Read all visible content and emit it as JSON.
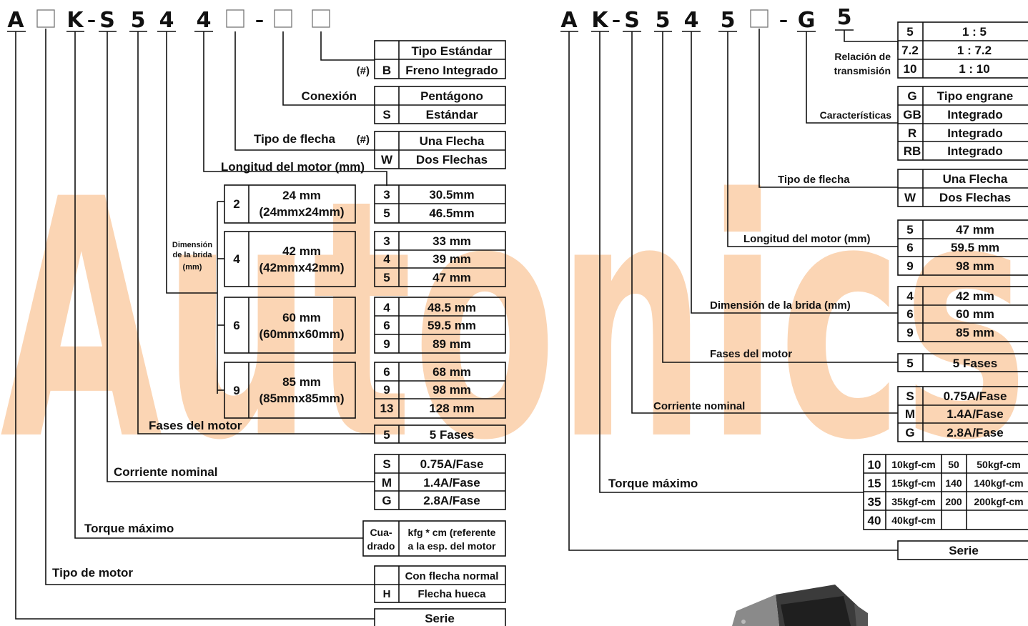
{
  "watermark": {
    "text": "Autonics",
    "color": "#fbd5b4"
  },
  "left": {
    "code": {
      "c1": "A",
      "c2": "K",
      "dash1": "–",
      "c3": "S",
      "c4": "5",
      "c5": "4",
      "c6": "4",
      "dash2": "–"
    },
    "brake": {
      "star": "(#)",
      "r1": [
        "",
        "Tipo Estándar"
      ],
      "r2": [
        "B",
        "Freno Integrado"
      ]
    },
    "conexion": {
      "label": "Conexión",
      "r1": [
        "",
        "Pentágono"
      ],
      "r2": [
        "S",
        "Estándar"
      ]
    },
    "flecha": {
      "label": "Tipo de flecha",
      "star": "(#)",
      "r1": [
        "",
        "Una Flecha"
      ],
      "r2": [
        "W",
        "Dos Flechas"
      ]
    },
    "longitud": {
      "label": "Longitud del motor (mm)"
    },
    "brida": {
      "label1": "Dimensión",
      "label2": "de la brida",
      "label3": "(mm)",
      "groups": [
        {
          "code": "2",
          "line1": "24 mm",
          "line2": "(24mmx24mm)",
          "lens": [
            [
              "3",
              "30.5mm"
            ],
            [
              "5",
              "46.5mm"
            ]
          ]
        },
        {
          "code": "4",
          "line1": "42 mm",
          "line2": "(42mmx42mm)",
          "lens": [
            [
              "3",
              "33 mm"
            ],
            [
              "4",
              "39 mm"
            ],
            [
              "5",
              "47 mm"
            ]
          ]
        },
        {
          "code": "6",
          "line1": "60 mm",
          "line2": "(60mmx60mm)",
          "lens": [
            [
              "4",
              "48.5 mm"
            ],
            [
              "6",
              "59.5 mm"
            ],
            [
              "9",
              "89 mm"
            ]
          ]
        },
        {
          "code": "9",
          "line1": "85 mm",
          "line2": "(85mmx85mm)",
          "lens": [
            [
              "6",
              "68 mm"
            ],
            [
              "9",
              "98 mm"
            ],
            [
              "13",
              "128 mm"
            ]
          ]
        }
      ]
    },
    "fases": {
      "label": "Fases del motor",
      "r1": [
        "5",
        "5 Fases"
      ]
    },
    "corriente": {
      "label": "Corriente nominal",
      "rows": [
        [
          "S",
          "0.75A/Fase"
        ],
        [
          "M",
          "1.4A/Fase"
        ],
        [
          "G",
          "2.8A/Fase"
        ]
      ]
    },
    "torque": {
      "label": "Torque máximo",
      "c1a": "Cua-",
      "c1b": "drado",
      "c2a": "kfg * cm (referente",
      "c2b": "a la esp. del motor"
    },
    "tipomotor": {
      "label": "Tipo de motor",
      "r1": [
        "",
        "Con flecha normal"
      ],
      "r2": [
        "H",
        "Flecha hueca"
      ]
    },
    "serie": {
      "label": "Serie"
    }
  },
  "right": {
    "code": {
      "c1": "A",
      "c2": "K",
      "dash1": "–",
      "c3": "S",
      "c4": "5",
      "c5": "4",
      "c6": "5",
      "dash2": "–",
      "c7": "G",
      "c8": "5"
    },
    "relacion": {
      "label1": "Relación de",
      "label2": "transmisión",
      "rows": [
        [
          "5",
          "1 : 5"
        ],
        [
          "7.2",
          "1 : 7.2"
        ],
        [
          "10",
          "1 : 10"
        ]
      ]
    },
    "caracteristicas": {
      "label": "Características",
      "rows": [
        [
          "G",
          "Tipo engrane"
        ],
        [
          "GB",
          "Integrado"
        ],
        [
          "R",
          "Integrado"
        ],
        [
          "RB",
          "Integrado"
        ]
      ]
    },
    "flecha": {
      "label": "Tipo de flecha",
      "rows": [
        [
          "",
          "Una Flecha"
        ],
        [
          "W",
          "Dos Flechas"
        ]
      ]
    },
    "longitud": {
      "label": "Longitud del motor (mm)",
      "rows": [
        [
          "5",
          "47 mm"
        ],
        [
          "6",
          "59.5 mm"
        ],
        [
          "9",
          "98 mm"
        ]
      ]
    },
    "brida": {
      "label": "Dimensión de la brida (mm)",
      "rows": [
        [
          "4",
          "42 mm"
        ],
        [
          "6",
          "60 mm"
        ],
        [
          "9",
          "85 mm"
        ]
      ]
    },
    "fases": {
      "label": "Fases del motor",
      "rows": [
        [
          "5",
          "5 Fases"
        ]
      ]
    },
    "corriente": {
      "label": "Corriente nominal",
      "rows": [
        [
          "S",
          "0.75A/Fase"
        ],
        [
          "M",
          "1.4A/Fase"
        ],
        [
          "G",
          "2.8A/Fase"
        ]
      ]
    },
    "torque": {
      "label": "Torque máximo",
      "rows": [
        [
          "10",
          "10kgf-cm",
          "50",
          "50kgf-cm"
        ],
        [
          "15",
          "15kgf-cm",
          "140",
          "140kgf-cm"
        ],
        [
          "35",
          "35kgf-cm",
          "200",
          "200kgf-cm"
        ],
        [
          "40",
          "40kgf-cm",
          "",
          ""
        ]
      ]
    },
    "serie": {
      "label": "Serie"
    }
  }
}
